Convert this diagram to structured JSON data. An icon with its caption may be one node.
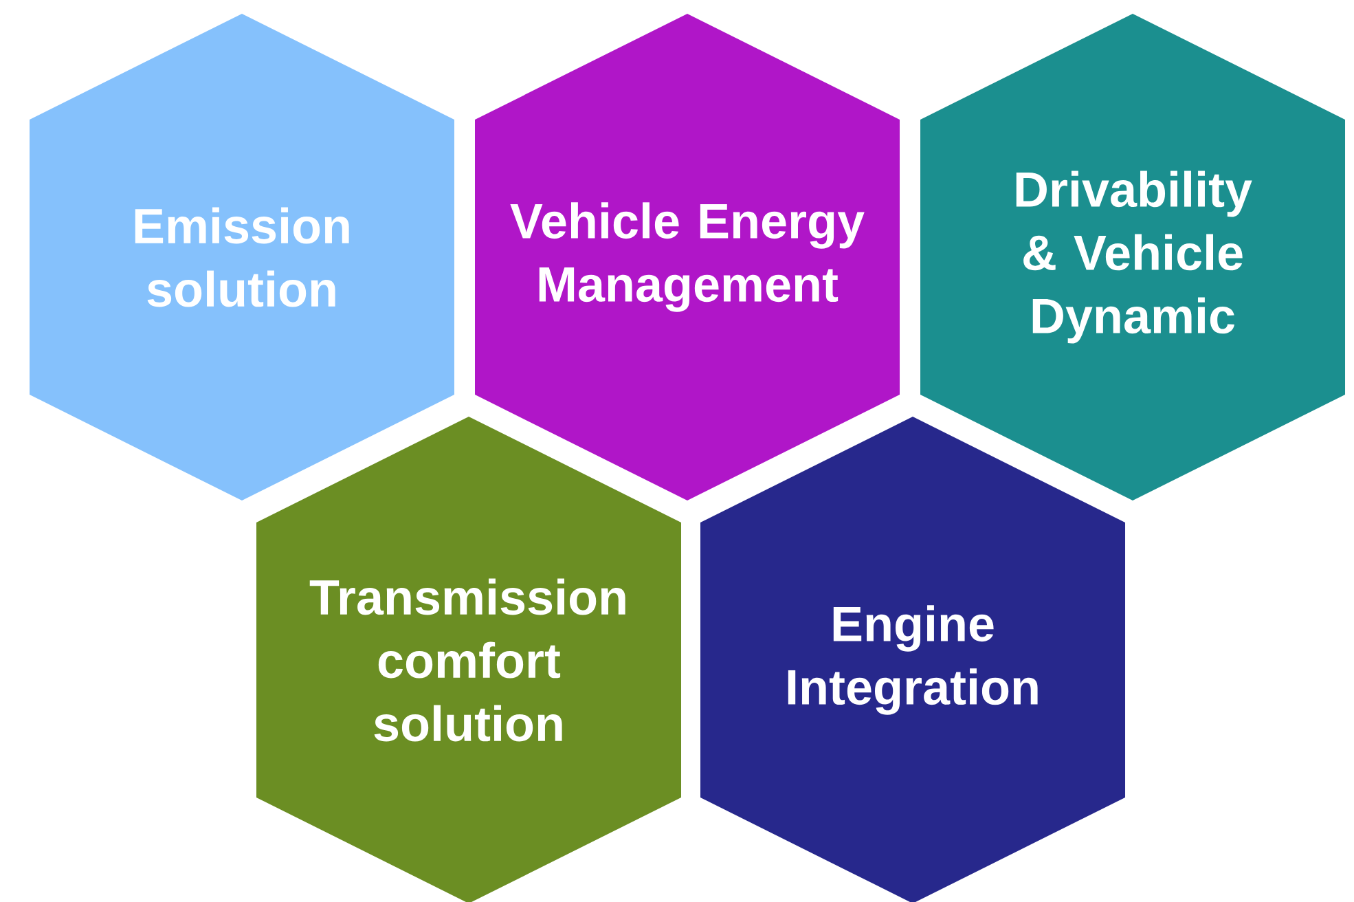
{
  "diagram": {
    "nodes": [
      {
        "text": [
          "Emission solution"
        ]
      },
      {
        "text": [
          "Vehicle Energy Management"
        ]
      },
      {
        "text": [
          "Drivability & Vehicle Dynamic"
        ]
      },
      {
        "text": [
          "Transmission comfort solution"
        ]
      },
      {
        "text": [
          "Engine Integration"
        ]
      }
    ]
  }
}
